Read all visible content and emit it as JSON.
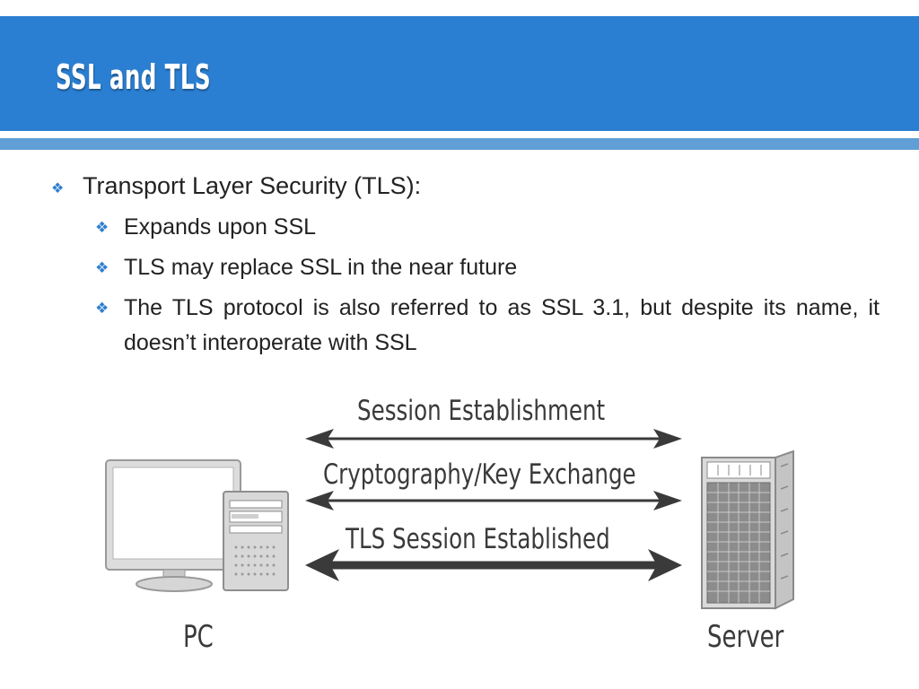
{
  "slide": {
    "title": "SSL and TLS"
  },
  "bullets": {
    "main": "Transport Layer Security (TLS):",
    "sub": [
      "Expands upon SSL",
      "TLS may replace SSL in the near future",
      "The TLS protocol is also referred to as SSL 3.1, but despite its name, it doesn’t interoperate with SSL"
    ]
  },
  "diagram": {
    "arrows": [
      {
        "label": "Session Establishment"
      },
      {
        "label": "Cryptography/Key Exchange"
      },
      {
        "label": "TLS Session Established"
      }
    ],
    "pc_label": "PC",
    "server_label": "Server"
  },
  "colors": {
    "header": "#2b7fd2",
    "header_line": "#5f9fd6",
    "bullet_marker": "#2f7fd0"
  }
}
